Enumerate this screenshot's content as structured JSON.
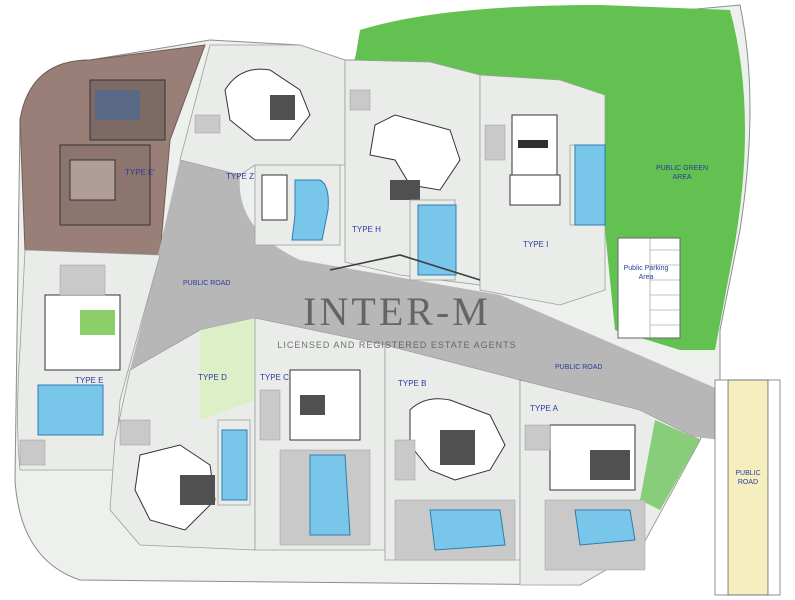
{
  "labels": {
    "type_e_prime": "TYPE E'",
    "type_z": "TYPE Z",
    "type_h": "TYPE H",
    "type_i": "TYPE I",
    "type_e": "TYPE E",
    "type_d": "TYPE D",
    "type_c": "TYPE C",
    "type_b": "TYPE B",
    "type_a": "TYPE A",
    "public_road_1": "PUBLIC ROAD",
    "public_road_2": "PUBLIC ROAD",
    "public_road_3_line1": "PUBLIC",
    "public_road_3_line2": "ROAD",
    "green_area_line1": "PUBLIC GREEN",
    "green_area_line2": "AREA",
    "parking_line1": "Public Parking",
    "parking_line2": "Area"
  },
  "watermark": {
    "brand": "INTER-M",
    "tagline": "LICENSED AND REGISTERED ESTATE AGENTS"
  },
  "colors": {
    "green_area": "#62c151",
    "brick_area": "#9a7f78",
    "road": "#b7b7b7",
    "pool": "#78c7ea",
    "label_blue": "#2b3b9a",
    "road_strip": "#f5efc0"
  }
}
